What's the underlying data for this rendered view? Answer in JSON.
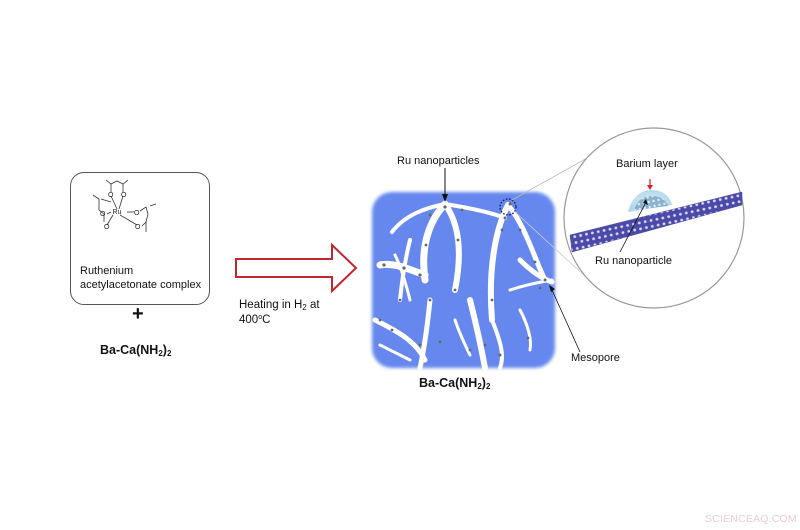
{
  "reactants": {
    "complex_label_line1": "Ruthenium",
    "complex_label_line2": "acetylacetonate complex",
    "structure_center_atom": "Ru",
    "structure_oxygen_atom": "O",
    "plus_sign": "+",
    "support_prefix": "Ba-Ca(NH",
    "support_sub1": "2",
    "support_close": ")",
    "support_sub2": "2"
  },
  "process": {
    "condition_line1_prefix": "Heating in H",
    "condition_line1_sub": "2",
    "condition_line1_suffix": " at",
    "condition_line2_value": "400",
    "condition_line2_sup": "o",
    "condition_line2_unit": "C",
    "arrow_color": "#c0262d"
  },
  "product": {
    "ru_nanoparticles_label": "Ru nanoparticles",
    "mesopore_label": "Mesopore",
    "support_prefix": "Ba-Ca(NH",
    "support_sub1": "2",
    "support_close": ")",
    "support_sub2": "2",
    "support_color": "#6688ee"
  },
  "inset": {
    "barium_layer_label": "Barium layer",
    "ru_nanoparticle_label": "Ru nanoparticle",
    "lattice_color": "#4b4aa8",
    "barium_marker_color": "#d2232a"
  },
  "watermark": "SCIENCEAQ.COM"
}
